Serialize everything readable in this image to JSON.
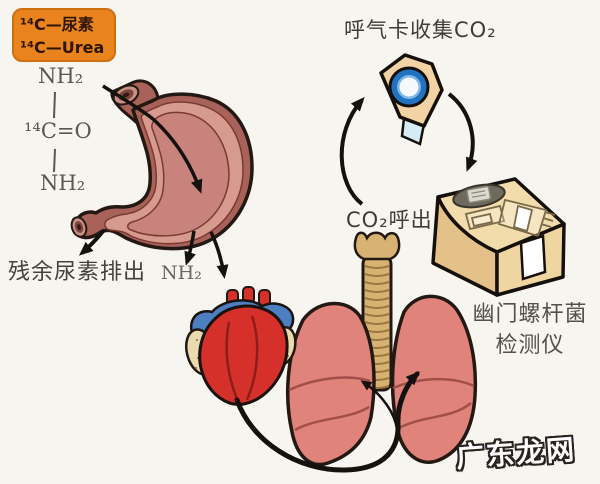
{
  "figure": {
    "title_context": "C-14 urea breath test flow diagram",
    "background": "#f7f5ef",
    "legend_card": {
      "line1": "¹⁴C—尿素",
      "line2": "¹⁴C—Urea",
      "bg_color": "#e8831d",
      "text_color": "#2e1504"
    },
    "urea_formula": {
      "amine_top": "NH₂",
      "carbonyl": "¹⁴C=O",
      "amine_bottom": "NH₂"
    },
    "labels": {
      "residual_urea": "残余尿素排出",
      "ammonia": "NH₂",
      "co2_exhaled": "CO₂呼出",
      "breath_card_collect": "呼气卡收集CO₂",
      "detector_name_line1": "幽门螺杆菌",
      "detector_name_line2": "检测仪"
    },
    "watermark": "广东龙网",
    "illustrations": [
      "stomach-illustration",
      "heart-illustration",
      "lungs-illustration",
      "trachea-illustration",
      "breath-card-illustration",
      "detector-machine-illustration"
    ],
    "colors": {
      "stomach_outer": "#a8625a",
      "stomach_mid": "#d79a8e",
      "stomach_inner": "#c8837d",
      "heart_red": "#d6302a",
      "vessel_blue": "#4d7ec2",
      "atrium_tan": "#ebd9b0",
      "lung_pink": "#e0837b",
      "trachea_tan": "#d8b273",
      "card_tan": "#f2d4a4",
      "card_ring_blue": "#2173c1",
      "card_tip_blue": "#d6ecf4",
      "machine_top_tan": "#f2dcac",
      "machine_side_tan": "#e3c189",
      "machine_front_tan": "#efd5a0",
      "outline_dark": "#241812",
      "arrow_black": "#15110e"
    }
  }
}
